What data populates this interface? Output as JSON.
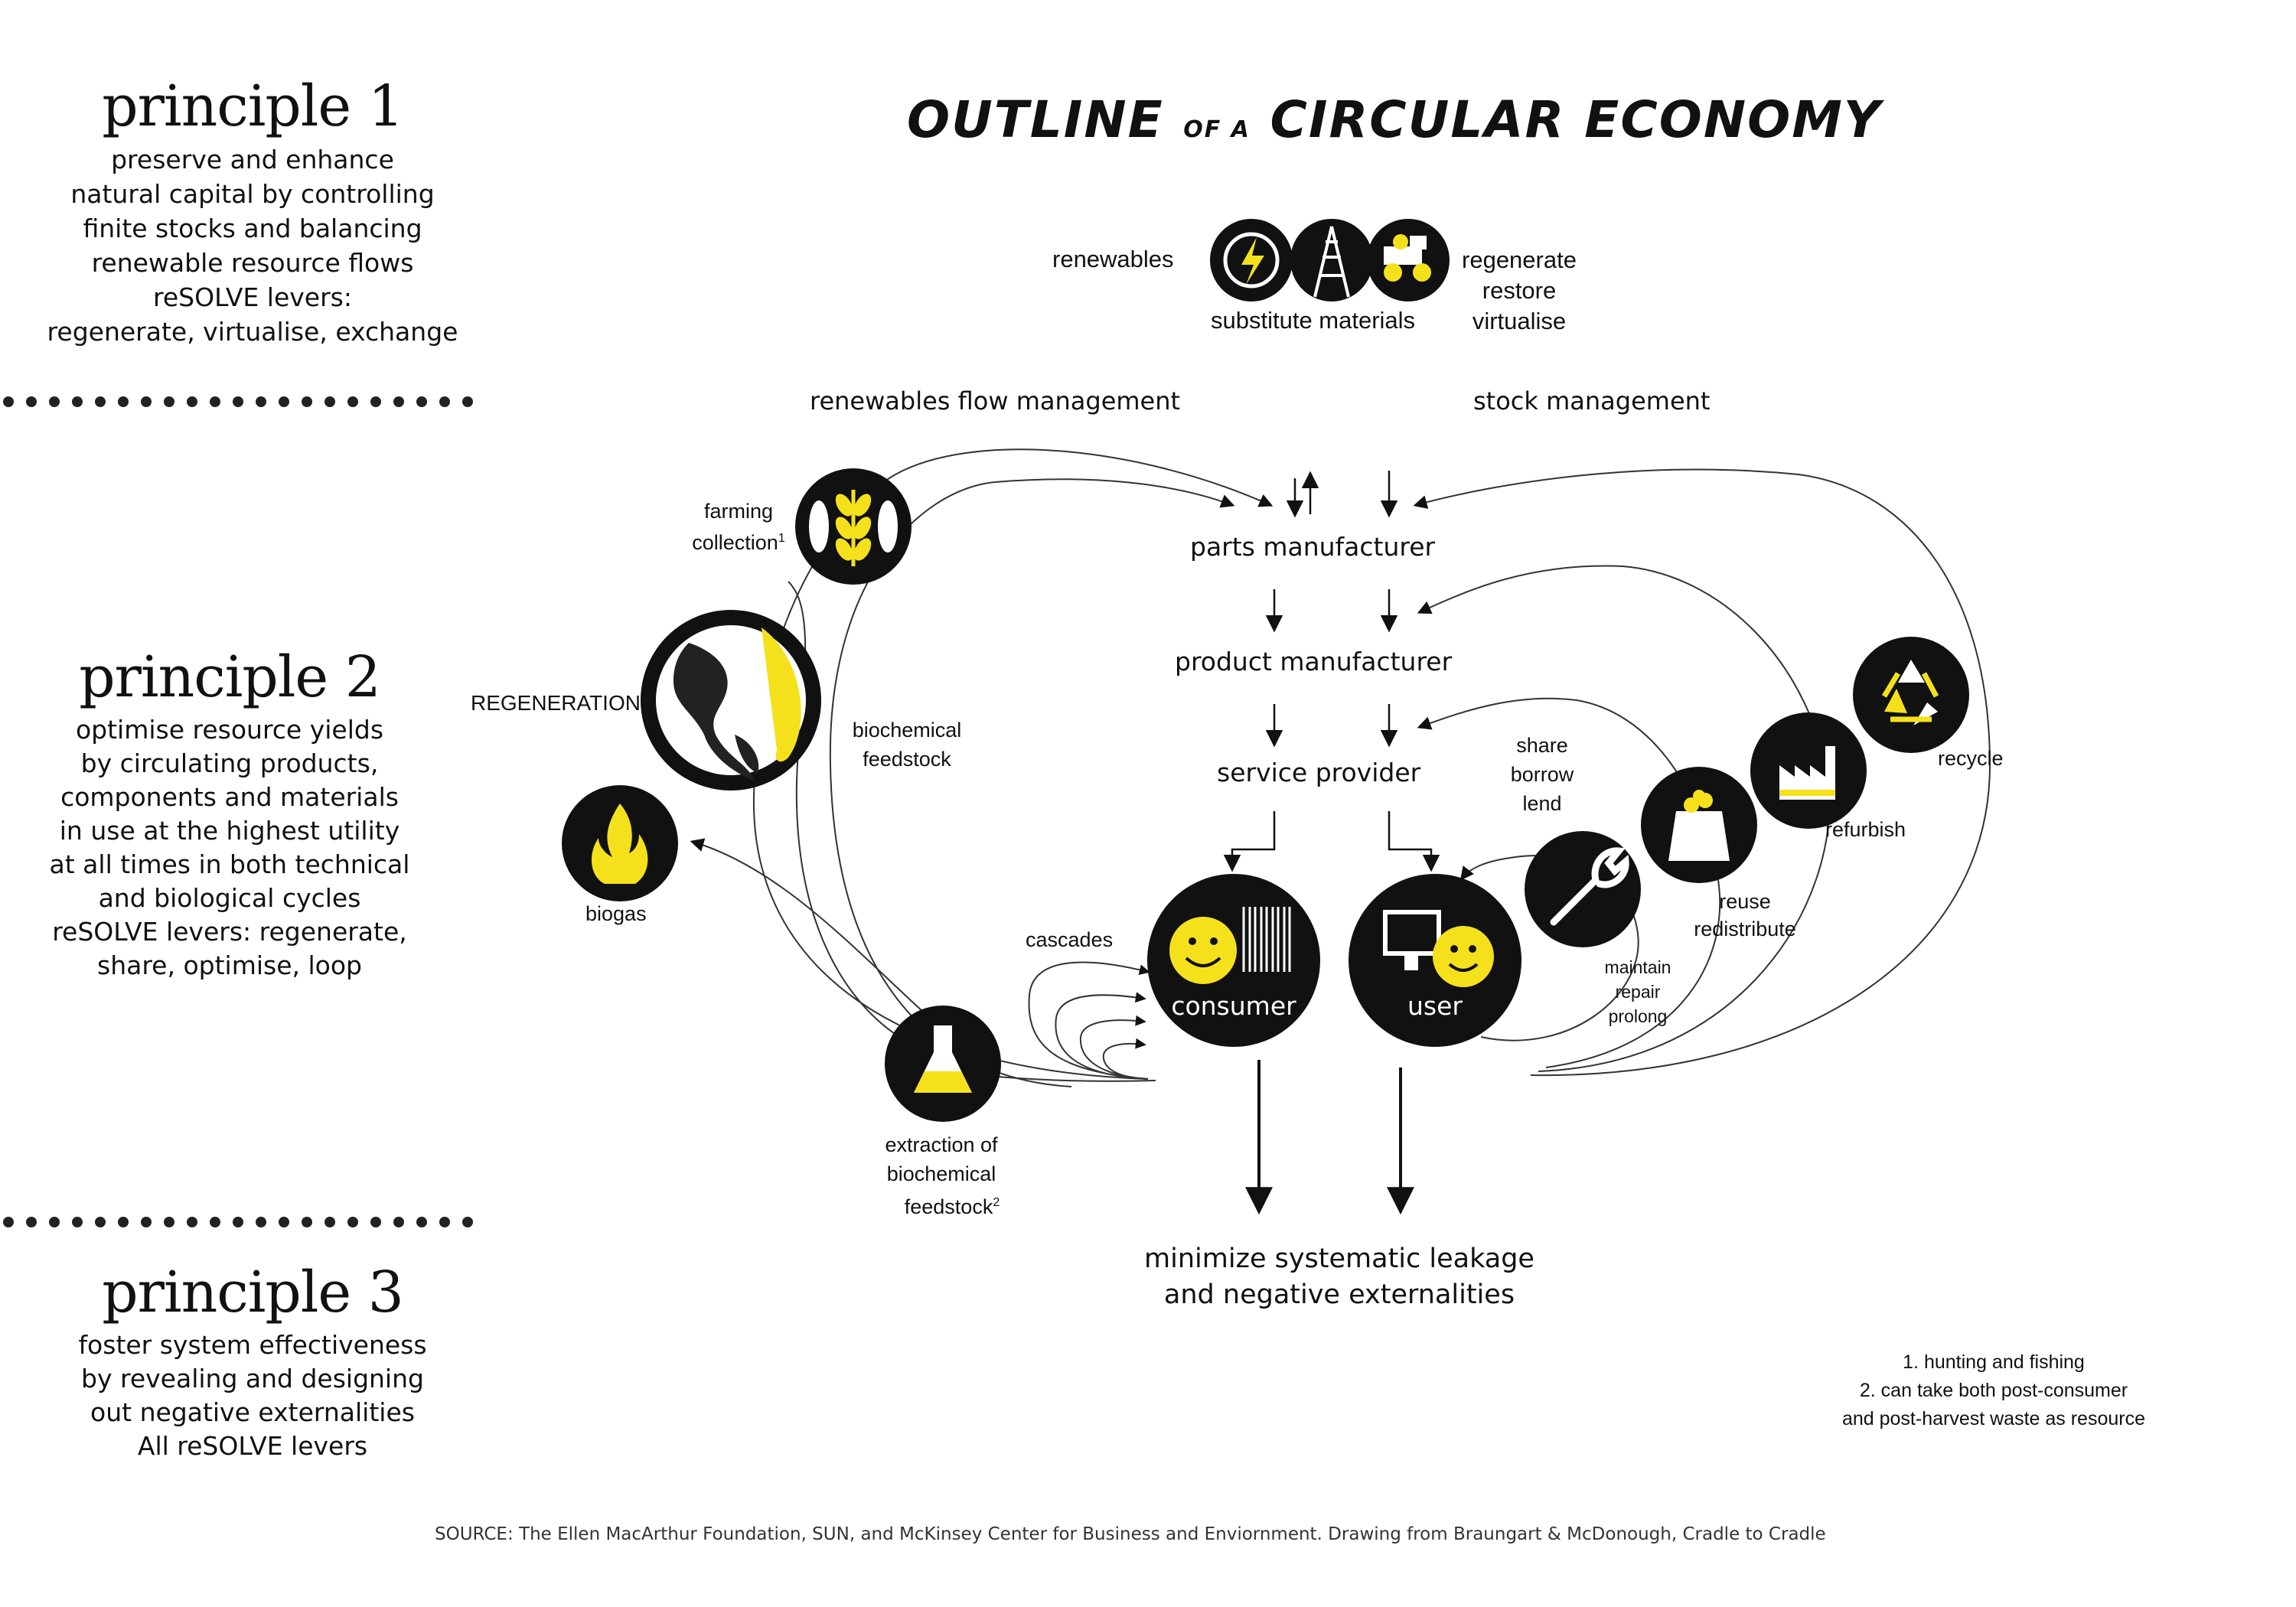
{
  "title": {
    "outline": "OUTLINE",
    "of_a": "OF A",
    "circular_economy": "CIRCULAR ECONOMY"
  },
  "principles": [
    {
      "title": "principle 1",
      "lines": [
        "preserve and enhance",
        "natural capital by controlling",
        "finite stocks and balancing",
        "renewable resource flows",
        "reSOLVE levers:",
        "regenerate, virtualise, exchange"
      ]
    },
    {
      "title": "principle 2",
      "lines": [
        "optimise resource yields",
        "by circulating products,",
        "components and materials",
        "in use at the highest utility",
        "at all times in both technical",
        "and biological cycles",
        "reSOLVE levers: regenerate,",
        "share, optimise, loop"
      ]
    },
    {
      "title": "principle 3",
      "lines": [
        "foster system effectiveness",
        "by revealing and designing",
        "out negative externalities",
        "All reSOLVE levers"
      ]
    }
  ],
  "top_inputs": {
    "renewables": "renewables",
    "substitute_materials": "substitute materials",
    "right": [
      "regenerate",
      "restore",
      "virtualise"
    ],
    "icons": [
      "power-icon",
      "oil-derrick-icon",
      "mining-truck-icon"
    ]
  },
  "flows": {
    "renewables_flow": "renewables flow management",
    "stock_management": "stock management"
  },
  "chain": {
    "parts_manufacturer": "parts manufacturer",
    "product_manufacturer": "product manufacturer",
    "service_provider": "service provider"
  },
  "bio": {
    "farming_line1": "farming",
    "farming_line2": "collection",
    "farming_sup": "1",
    "regeneration": "REGENERATION",
    "biochemical_feedstock": [
      "biochemical",
      "feedstock"
    ],
    "biogas": "biogas",
    "cascades": "cascades",
    "extraction_line1": "extraction of",
    "extraction_line2": "biochemical",
    "extraction_line3": "feedstock",
    "extraction_sup": "2"
  },
  "tech": {
    "share": [
      "share",
      "borrow",
      "lend"
    ],
    "maintain": [
      "maintain",
      "repair",
      "prolong"
    ],
    "reuse": [
      "reuse",
      "redistribute"
    ],
    "refurbish": "refurbish",
    "recycle": "recycle"
  },
  "consumers": {
    "consumer": "consumer",
    "user": "user"
  },
  "leakage": [
    "minimize systematic leakage",
    "and negative externalities"
  ],
  "notes": [
    "1. hunting and fishing",
    "2. can take both post-consumer",
    "and post-harvest waste as resource"
  ],
  "source": "SOURCE: The Ellen MacArthur Foundation, SUN, and McKinsey Center for Business and Enviornment. Drawing from Braungart & McDonough, Cradle to Cradle",
  "colors": {
    "accent_yellow": "#f5e11b",
    "ink": "#111111",
    "background": "#ffffff"
  }
}
